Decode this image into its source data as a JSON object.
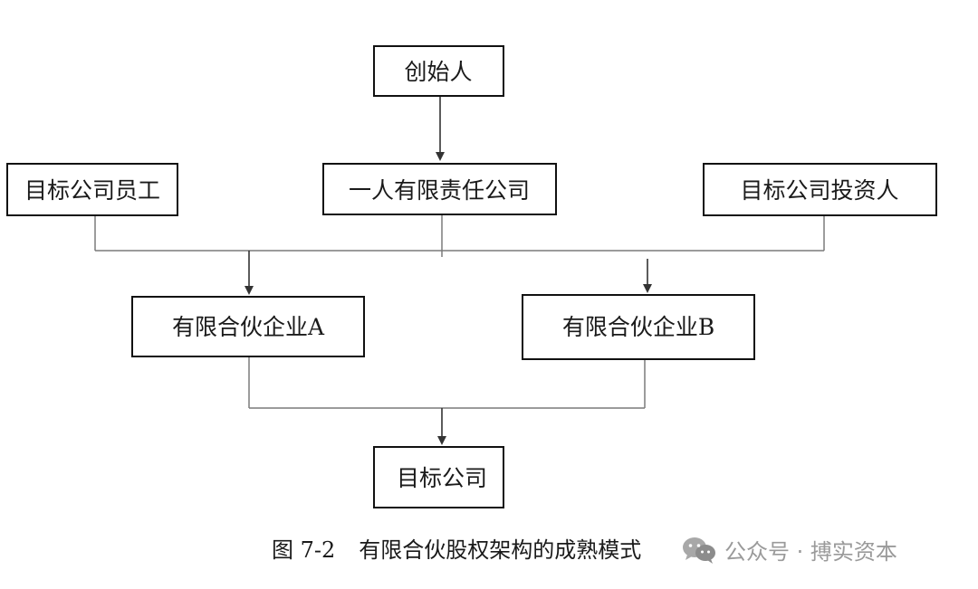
{
  "nodes": {
    "founder": "创始人",
    "sole_llc": "一人有限责任公司",
    "employees": "目标公司员工",
    "investors": "目标公司投资人",
    "lp_a": "有限合伙企业A",
    "lp_b": "有限合伙企业B",
    "target": "目标公司"
  },
  "caption": {
    "figure_number": "图 7-2",
    "title": "有限合伙股权架构的成熟模式"
  },
  "watermark": {
    "text": "公众号 · 搏实资本",
    "icon": "wechat-icon"
  },
  "colors": {
    "box_stroke": "#111111",
    "connector": "#7a7a7a",
    "watermark": "#9a9a9a"
  }
}
